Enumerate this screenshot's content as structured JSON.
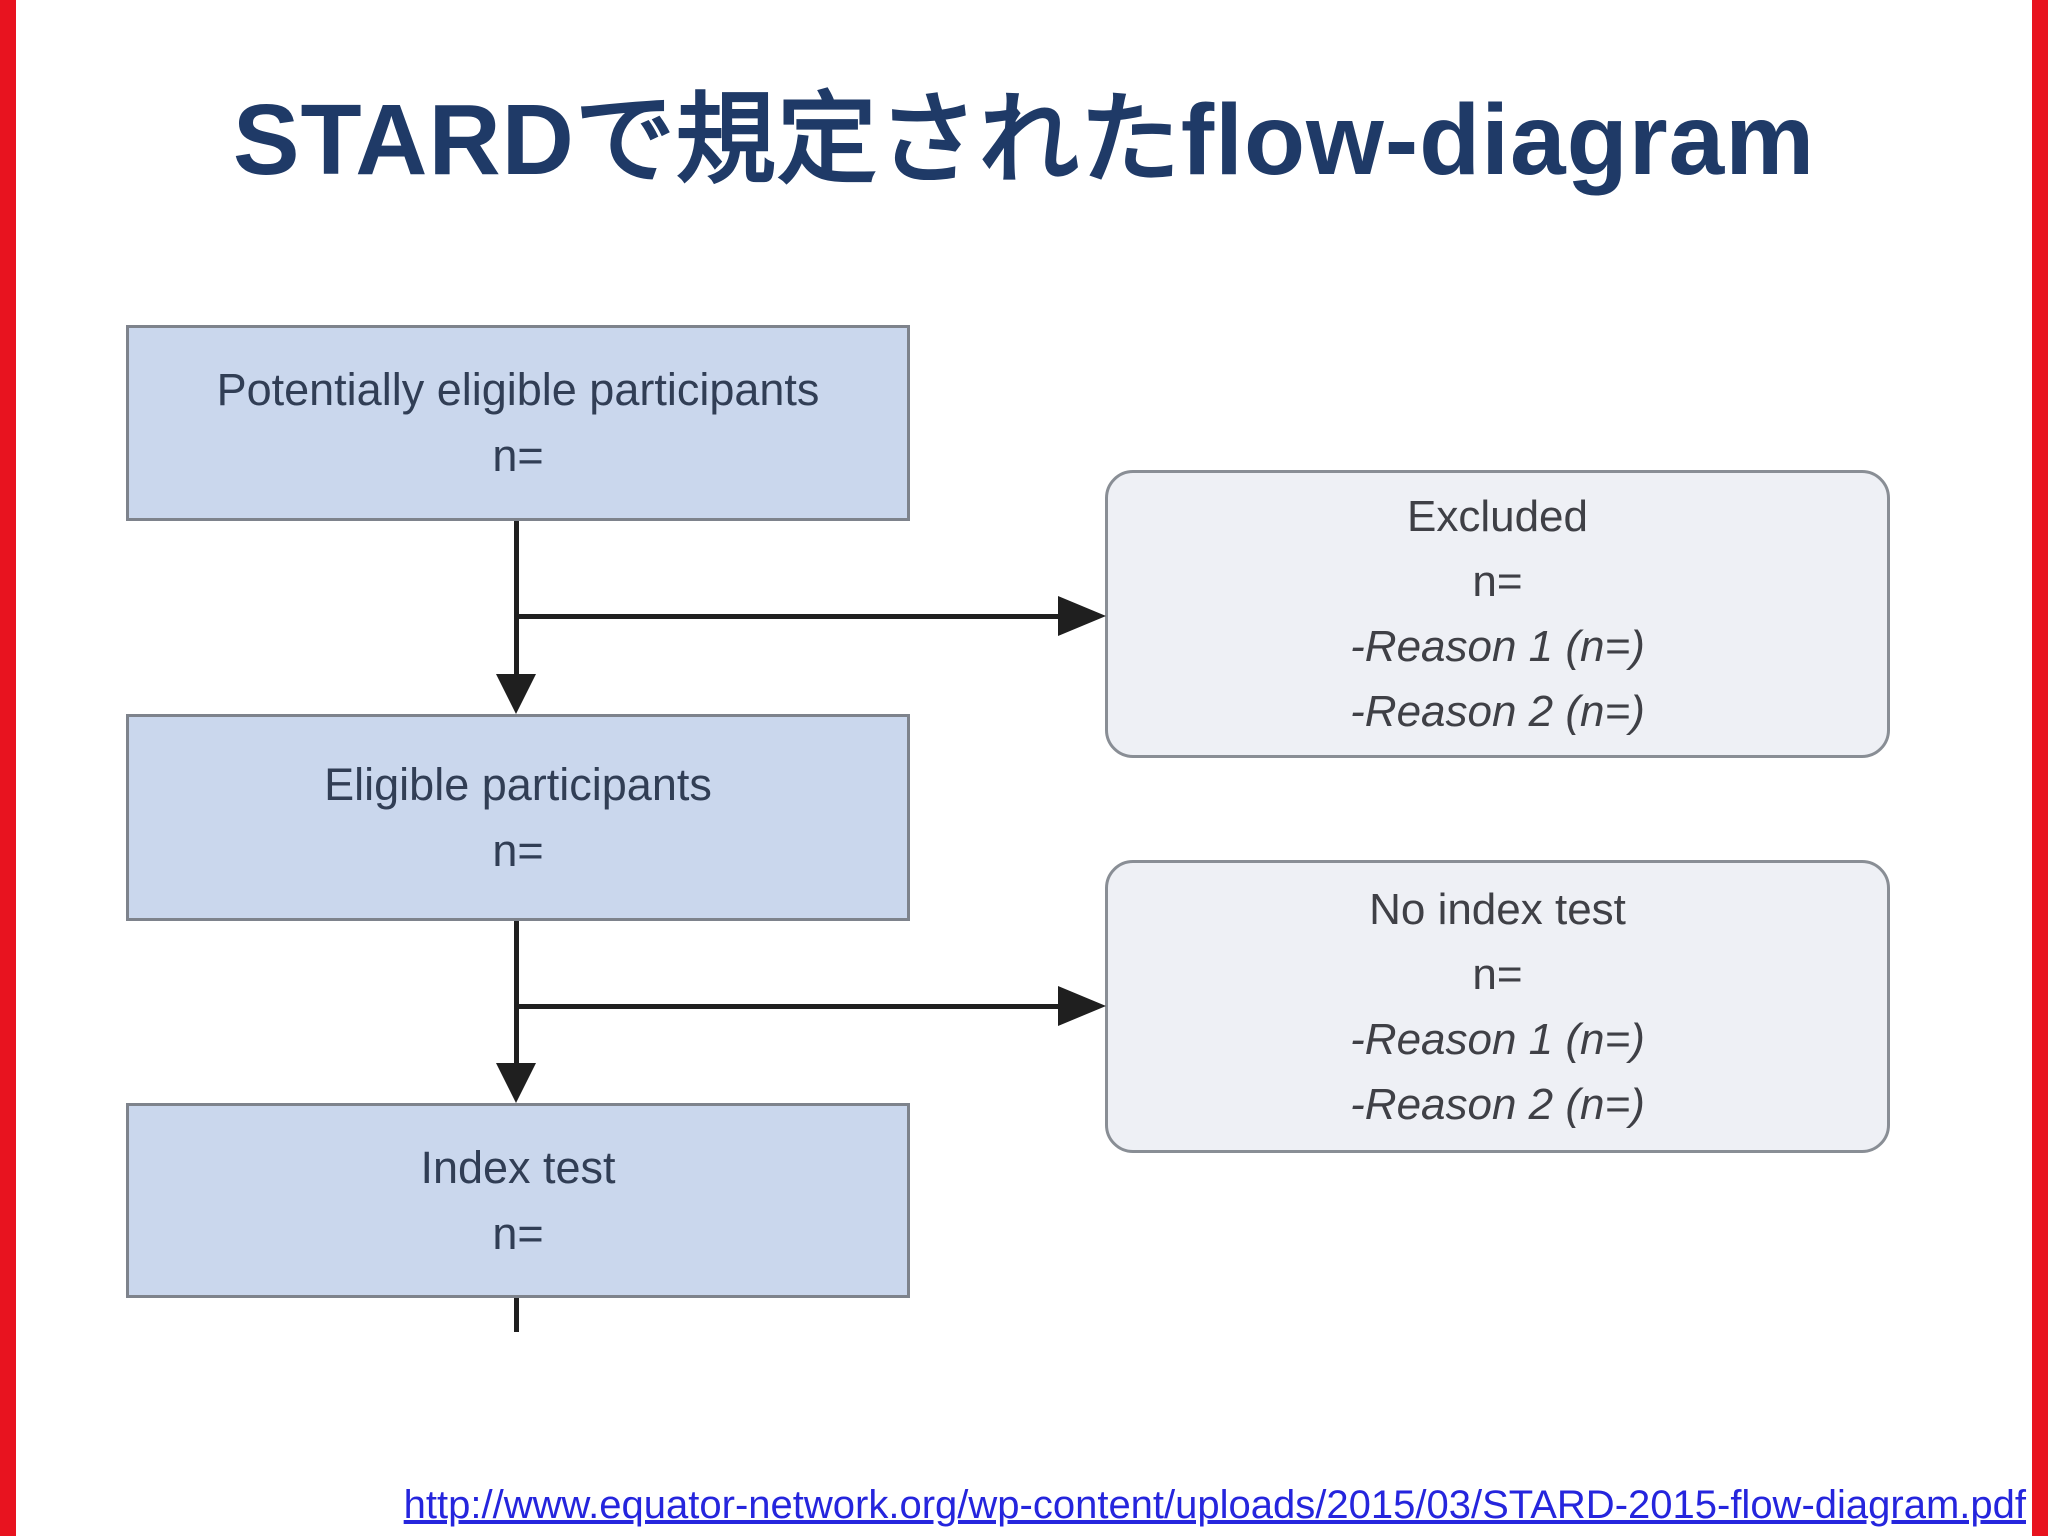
{
  "slide_title": "STARDで規定されたflow-diagram",
  "flow": {
    "potentially_eligible": {
      "line1": "Potentially eligible participants",
      "line2": "n="
    },
    "eligible": {
      "line1": "Eligible participants",
      "line2": "n="
    },
    "index_test": {
      "line1": "Index test",
      "line2": "n="
    },
    "excluded": {
      "line1": "Excluded",
      "line2": "n=",
      "line3": "-Reason 1 (n=)",
      "line4": "-Reason 2 (n=)"
    },
    "no_index_test": {
      "line1": "No index test",
      "line2": "n=",
      "line3": "-Reason 1 (n=)",
      "line4": "-Reason 2 (n=)"
    }
  },
  "footer": {
    "source_url": "http://www.equator-network.org/wp-content/uploads/2015/03/STARD-2015-flow-diagram.pdf"
  },
  "colors": {
    "title_text": "#1f3a67",
    "main_box_fill": "#cad7ed",
    "main_box_border": "#7e838c",
    "main_box_text": "#313e55",
    "side_box_fill": "#eef0f5",
    "side_box_border": "#898e95",
    "side_box_text": "#3f4046",
    "connector": "#1f1f1f",
    "link_text": "#2525dd",
    "edge_bar": "#e8131f"
  }
}
